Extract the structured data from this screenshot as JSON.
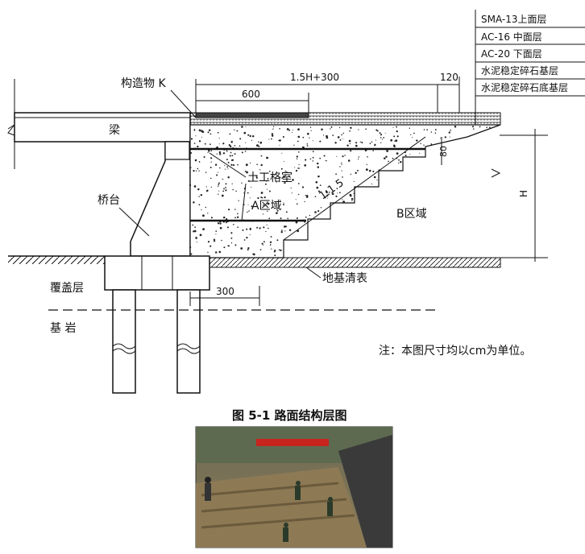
{
  "layers": [
    "SMA-13上面层",
    "AC-16 中面层",
    "AC-20 下面层",
    "水泥稳定碎石基层",
    "水泥稳定碎石底基层"
  ],
  "labels": {
    "structure": "构造物 K",
    "beam": "梁",
    "abutment": "桥台",
    "geocell": "土工格室",
    "zone_a": "A区域",
    "zone_b": "B区域",
    "slope": "1:1.5",
    "foundation_clear": "地基清表",
    "cover_layer": "覆盖层",
    "bedrock": "基 岩",
    "height": "H"
  },
  "dimensions": {
    "total": "1.5H+300",
    "d600": "600",
    "d120": "120",
    "d80": "80",
    "d300": "300"
  },
  "note": "注：本图尺寸均以cm为单位。",
  "caption": "图 5-1 路面结构层图",
  "photo": {
    "banner": "▬▬▬▬  ▬▬▬▬▬",
    "alt": "construction-site-photo"
  },
  "colors": {
    "line": "#111111",
    "banner_red": "#c8241e",
    "soil": "#7a6a4a"
  }
}
